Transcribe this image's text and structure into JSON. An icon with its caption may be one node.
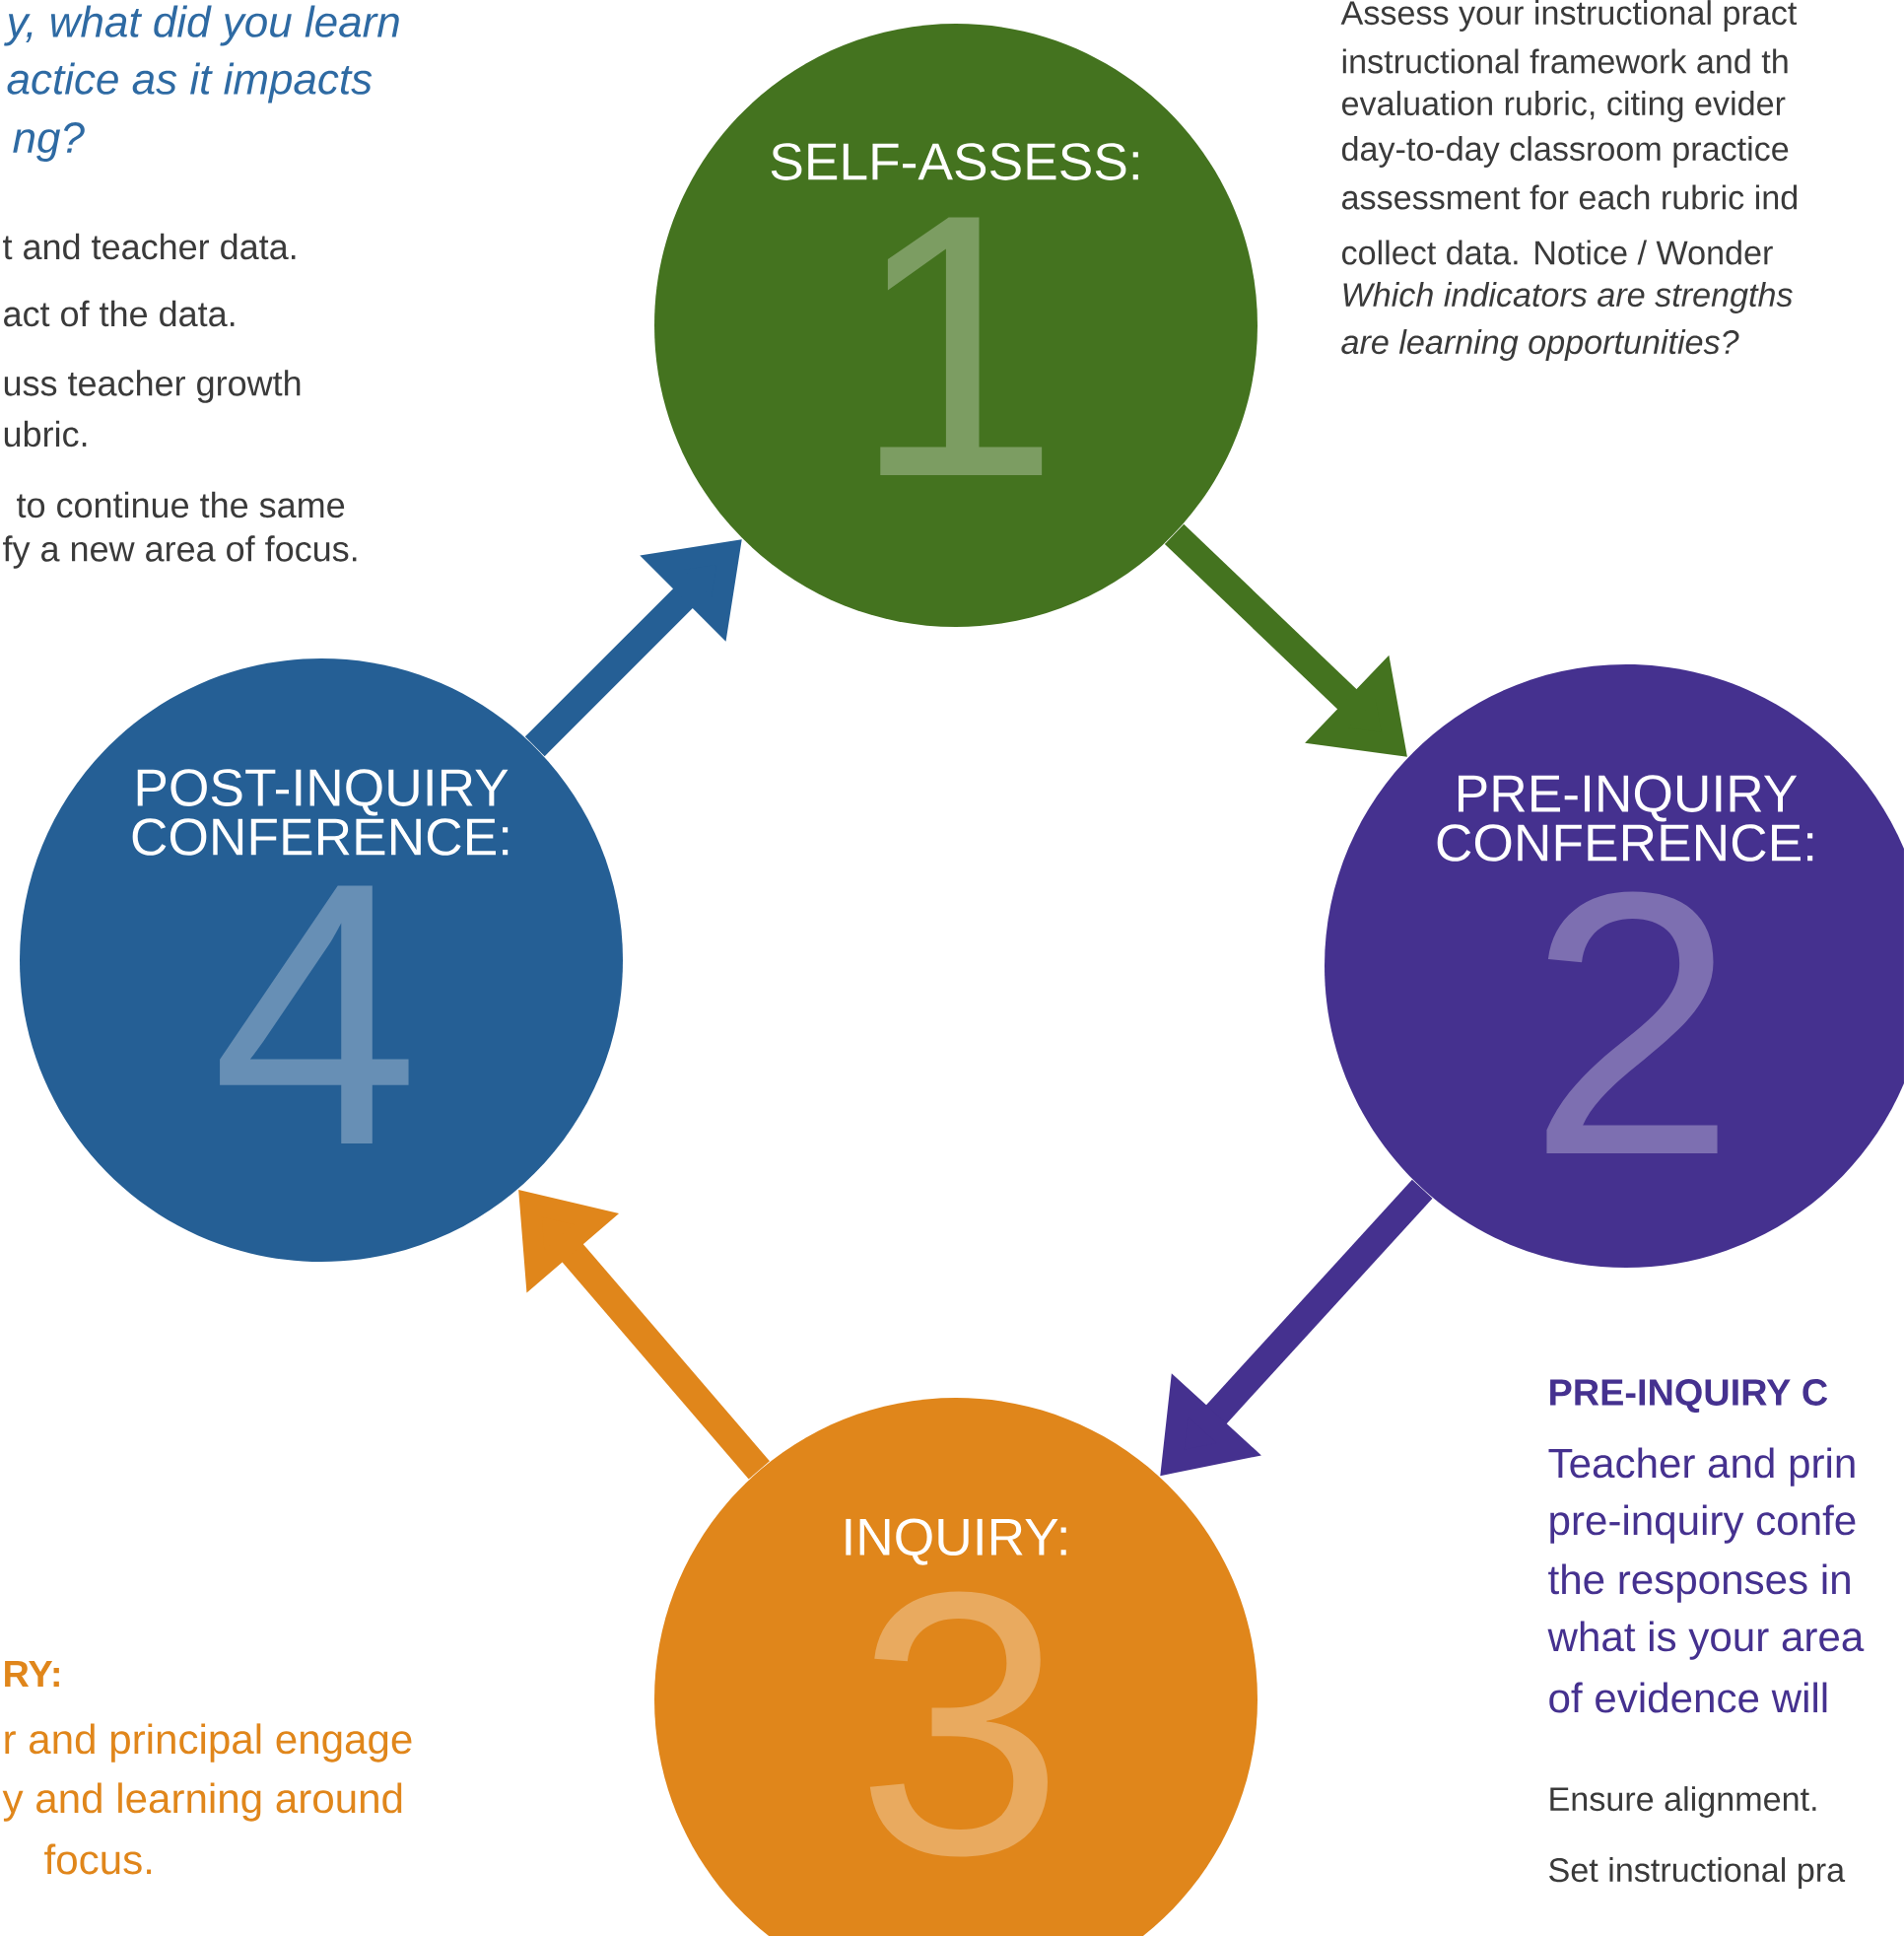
{
  "diagram": {
    "nodes": [
      {
        "text": [
          "SELF-ASSESS:",
          "1"
        ]
      },
      {
        "text": [
          "PRE-INQUIRY CONFERENCE:",
          "2"
        ]
      },
      {
        "text": [
          "INQUIRY:",
          "3"
        ]
      },
      {
        "text": [
          "POST-INQUIRY CONFERENCE:",
          "4"
        ]
      }
    ],
    "edges": [
      {
        "from": 0,
        "to": 1,
        "arrow": "to",
        "color": "#44731f"
      },
      {
        "from": 1,
        "to": 2,
        "arrow": "to",
        "color": "#45318f"
      },
      {
        "from": 2,
        "to": 3,
        "arrow": "to",
        "color": "#e0861b"
      },
      {
        "from": 3,
        "to": 0,
        "arrow": "to",
        "color": "#255f95"
      }
    ],
    "labels": [
      "y, what did you learn",
      "actice as it impacts",
      "ng?",
      "t and teacher data.",
      "act of the data.",
      "uss teacher growth",
      "ubric.",
      "to continue the same",
      "fy a new area of focus.",
      "Assess your instructional pract",
      "instructional framework and th",
      "evaluation rubric, citing evider",
      "day-to-day classroom practice",
      "assessment for each rubric ind",
      "collect data. Notice / Wonder",
      "Which indicators are strengths",
      "are learning opportunities?",
      "PRE-INQUIRY C",
      "Teacher and prin",
      "pre-inquiry confe",
      "the responses in",
      "what is your area",
      "of evidence will",
      "Ensure alignment.",
      "Set instructional pra",
      "RY:",
      "r and principal engage",
      "y and learning around",
      "focus."
    ]
  }
}
